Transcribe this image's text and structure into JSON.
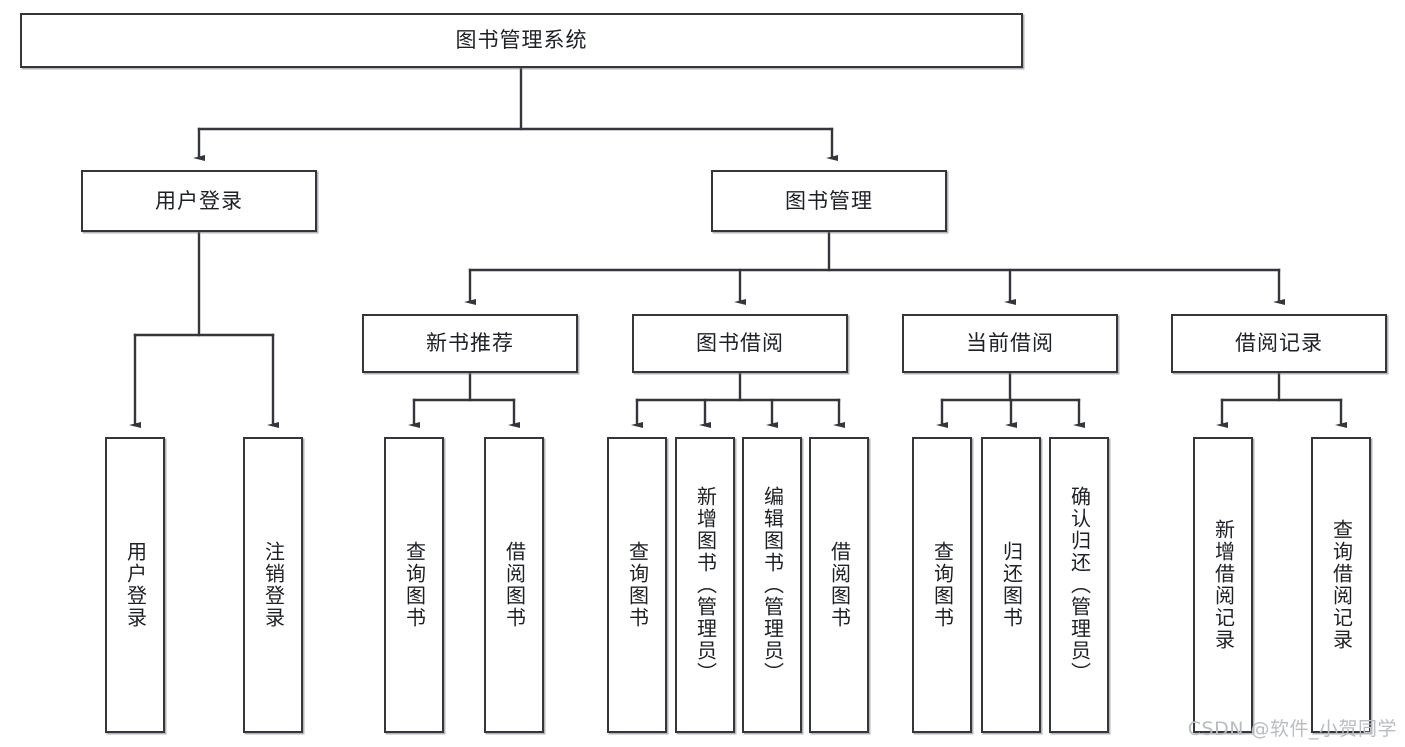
{
  "diagram": {
    "title_node": {
      "label": "图书管理系统"
    },
    "level2": [
      {
        "id": "user-login",
        "label": "用户登录"
      },
      {
        "id": "book-manage",
        "label": "图书管理"
      }
    ],
    "level3": [
      {
        "id": "new-book-recommend",
        "label": "新书推荐"
      },
      {
        "id": "book-borrow",
        "label": "图书借阅"
      },
      {
        "id": "current-borrow",
        "label": "当前借阅"
      },
      {
        "id": "borrow-record",
        "label": "借阅记录"
      }
    ],
    "leaves": [
      {
        "id": "leaf-user-login",
        "label": "用户登录",
        "parent": "user-login"
      },
      {
        "id": "leaf-logout-login",
        "label": "注销登录",
        "parent": "user-login"
      },
      {
        "id": "leaf-query-book-1",
        "label": "查询图书",
        "parent": "new-book-recommend"
      },
      {
        "id": "leaf-borrow-book-1",
        "label": "借阅图书",
        "parent": "new-book-recommend"
      },
      {
        "id": "leaf-query-book-2",
        "label": "查询图书",
        "parent": "book-borrow"
      },
      {
        "id": "leaf-add-book",
        "label": "新增图书（管理员）",
        "parent": "book-borrow"
      },
      {
        "id": "leaf-edit-book",
        "label": "编辑图书（管理员）",
        "parent": "book-borrow"
      },
      {
        "id": "leaf-borrow-book-2",
        "label": "借阅图书",
        "parent": "book-borrow"
      },
      {
        "id": "leaf-query-book-3",
        "label": "查询图书",
        "parent": "current-borrow"
      },
      {
        "id": "leaf-return-book",
        "label": "归还图书",
        "parent": "current-borrow"
      },
      {
        "id": "leaf-confirm-return",
        "label": "确认归还（管理员）",
        "parent": "current-borrow"
      },
      {
        "id": "leaf-add-record",
        "label": "新增借阅记录",
        "parent": "borrow-record"
      },
      {
        "id": "leaf-query-record",
        "label": "查询借阅记录",
        "parent": "borrow-record"
      }
    ]
  },
  "watermark": {
    "text": "CSDN @软件_小贺同学"
  },
  "colors": {
    "box_border": "#33363b",
    "box_fill": "#ffffff",
    "connector": "#33363b",
    "text": "#1d2024",
    "watermark": "#b9bcc1",
    "background": "#ffffff"
  }
}
